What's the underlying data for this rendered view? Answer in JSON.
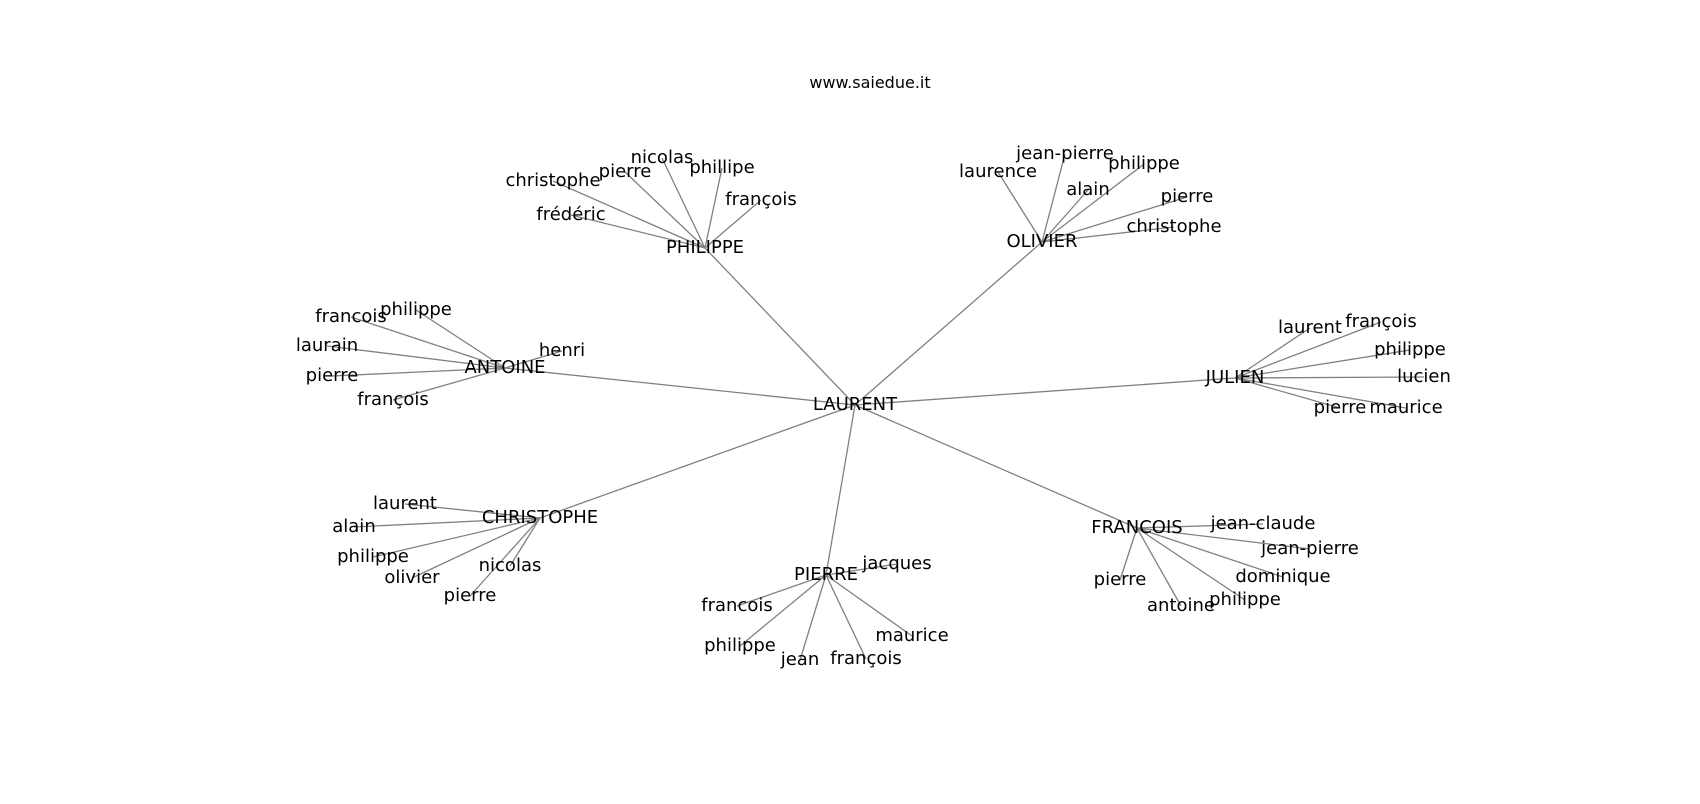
{
  "site": "www.saiedue.it",
  "center": "LAURENT",
  "hubs": [
    {
      "name": "PHILIPPE",
      "children": [
        "nicolas",
        "phillipe",
        "christophe",
        "pierre",
        "françois",
        "frédéric"
      ]
    },
    {
      "name": "OLIVIER",
      "children": [
        "jean-pierre",
        "laurence",
        "philippe",
        "alain",
        "pierre",
        "christophe"
      ]
    },
    {
      "name": "ANTOINE",
      "children": [
        "philippe",
        "francois",
        "laurain",
        "henri",
        "pierre",
        "françois"
      ]
    },
    {
      "name": "JULIEN",
      "children": [
        "laurent",
        "françois",
        "philippe",
        "lucien",
        "pierre",
        "maurice"
      ]
    },
    {
      "name": "CHRISTOPHE",
      "children": [
        "laurent",
        "alain",
        "philippe",
        "olivier",
        "nicolas",
        "pierre"
      ]
    },
    {
      "name": "PIERRE",
      "children": [
        "jacques",
        "francois",
        "maurice",
        "philippe",
        "jean",
        "françois"
      ]
    },
    {
      "name": "FRANCOIS",
      "children": [
        "jean-claude",
        "jean-pierre",
        "dominique",
        "pierre",
        "philippe",
        "antoine"
      ]
    }
  ]
}
